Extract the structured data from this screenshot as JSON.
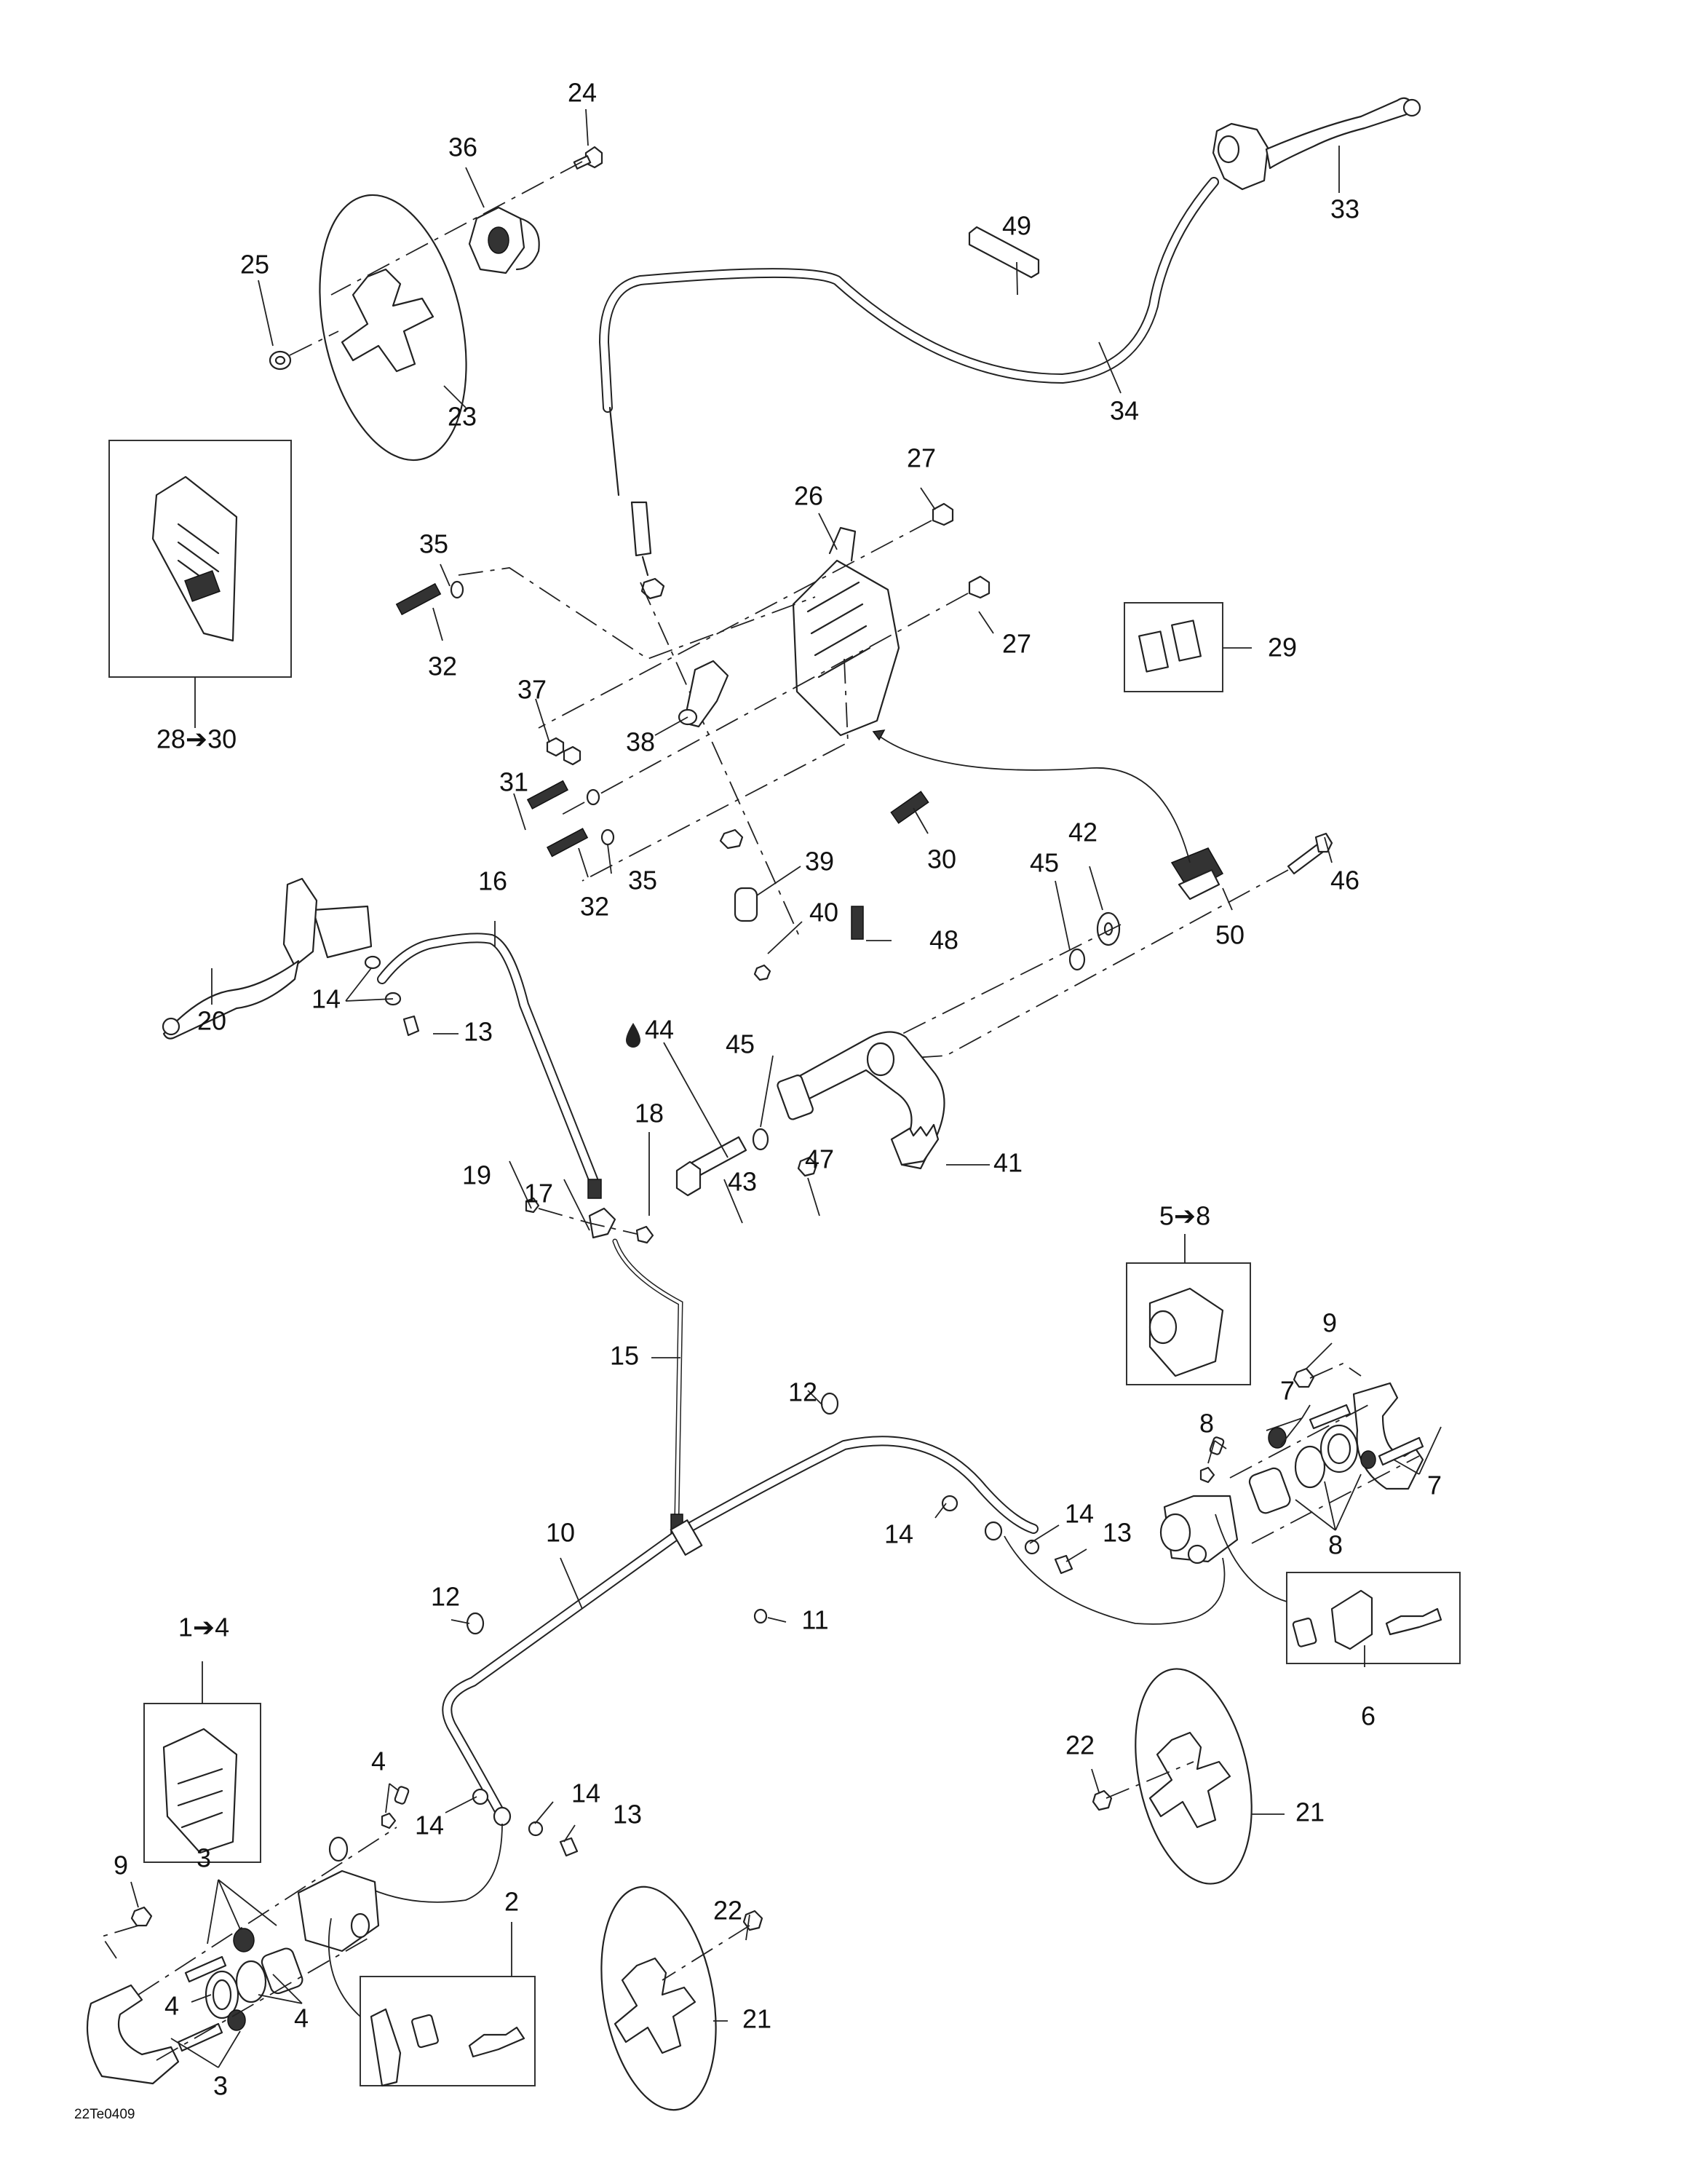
{
  "diagram": {
    "title": "Brake system exploded parts diagram",
    "figure_ref": "22Te0409",
    "callouts": [
      {
        "id": "c24",
        "label": "24"
      },
      {
        "id": "c36",
        "label": "36"
      },
      {
        "id": "c25",
        "label": "25"
      },
      {
        "id": "c23",
        "label": "23"
      },
      {
        "id": "c49",
        "label": "49"
      },
      {
        "id": "c33",
        "label": "33"
      },
      {
        "id": "c34",
        "label": "34"
      },
      {
        "id": "c27a",
        "label": "27"
      },
      {
        "id": "c26",
        "label": "26"
      },
      {
        "id": "c35a",
        "label": "35"
      },
      {
        "id": "c32a",
        "label": "32"
      },
      {
        "id": "c27b",
        "label": "27"
      },
      {
        "id": "c29",
        "label": "29"
      },
      {
        "id": "c28-30",
        "label": "28➔30"
      },
      {
        "id": "c37",
        "label": "37"
      },
      {
        "id": "c38",
        "label": "38"
      },
      {
        "id": "c31",
        "label": "31"
      },
      {
        "id": "c32b",
        "label": "32"
      },
      {
        "id": "c35b",
        "label": "35"
      },
      {
        "id": "c30",
        "label": "30"
      },
      {
        "id": "c39",
        "label": "39"
      },
      {
        "id": "c40",
        "label": "40"
      },
      {
        "id": "c42",
        "label": "42"
      },
      {
        "id": "c45a",
        "label": "45"
      },
      {
        "id": "c46",
        "label": "46"
      },
      {
        "id": "c50",
        "label": "50"
      },
      {
        "id": "c48",
        "label": "48"
      },
      {
        "id": "c16",
        "label": "16"
      },
      {
        "id": "c20",
        "label": "20"
      },
      {
        "id": "c14a",
        "label": "14"
      },
      {
        "id": "c13a",
        "label": "13"
      },
      {
        "id": "c44",
        "label": "44"
      },
      {
        "id": "c45b",
        "label": "45"
      },
      {
        "id": "c18",
        "label": "18"
      },
      {
        "id": "c19",
        "label": "19"
      },
      {
        "id": "c17",
        "label": "17"
      },
      {
        "id": "c43",
        "label": "43"
      },
      {
        "id": "c47",
        "label": "47"
      },
      {
        "id": "c41",
        "label": "41"
      },
      {
        "id": "c5-8",
        "label": "5➔8"
      },
      {
        "id": "c9a",
        "label": "9"
      },
      {
        "id": "c7a",
        "label": "7"
      },
      {
        "id": "c8a",
        "label": "8"
      },
      {
        "id": "c7b",
        "label": "7"
      },
      {
        "id": "c8b",
        "label": "8"
      },
      {
        "id": "c15",
        "label": "15"
      },
      {
        "id": "c12a",
        "label": "12"
      },
      {
        "id": "c14b",
        "label": "14"
      },
      {
        "id": "c14c",
        "label": "14"
      },
      {
        "id": "c13b",
        "label": "13"
      },
      {
        "id": "c10",
        "label": "10"
      },
      {
        "id": "c11",
        "label": "11"
      },
      {
        "id": "c12b",
        "label": "12"
      },
      {
        "id": "c6",
        "label": "6"
      },
      {
        "id": "c1-4",
        "label": "1➔4"
      },
      {
        "id": "c22a",
        "label": "22"
      },
      {
        "id": "c21a",
        "label": "21"
      },
      {
        "id": "c4a",
        "label": "4"
      },
      {
        "id": "c14d",
        "label": "14"
      },
      {
        "id": "c14e",
        "label": "14"
      },
      {
        "id": "c13c",
        "label": "13"
      },
      {
        "id": "c9b",
        "label": "9"
      },
      {
        "id": "c3a",
        "label": "3"
      },
      {
        "id": "c4b",
        "label": "4"
      },
      {
        "id": "c4c",
        "label": "4"
      },
      {
        "id": "c3b",
        "label": "3"
      },
      {
        "id": "c2",
        "label": "2"
      },
      {
        "id": "c22b",
        "label": "22"
      },
      {
        "id": "c21b",
        "label": "21"
      }
    ],
    "icons": {
      "lubricant": "oil-drop-icon",
      "range_arrow": "arrow-right-icon"
    }
  }
}
